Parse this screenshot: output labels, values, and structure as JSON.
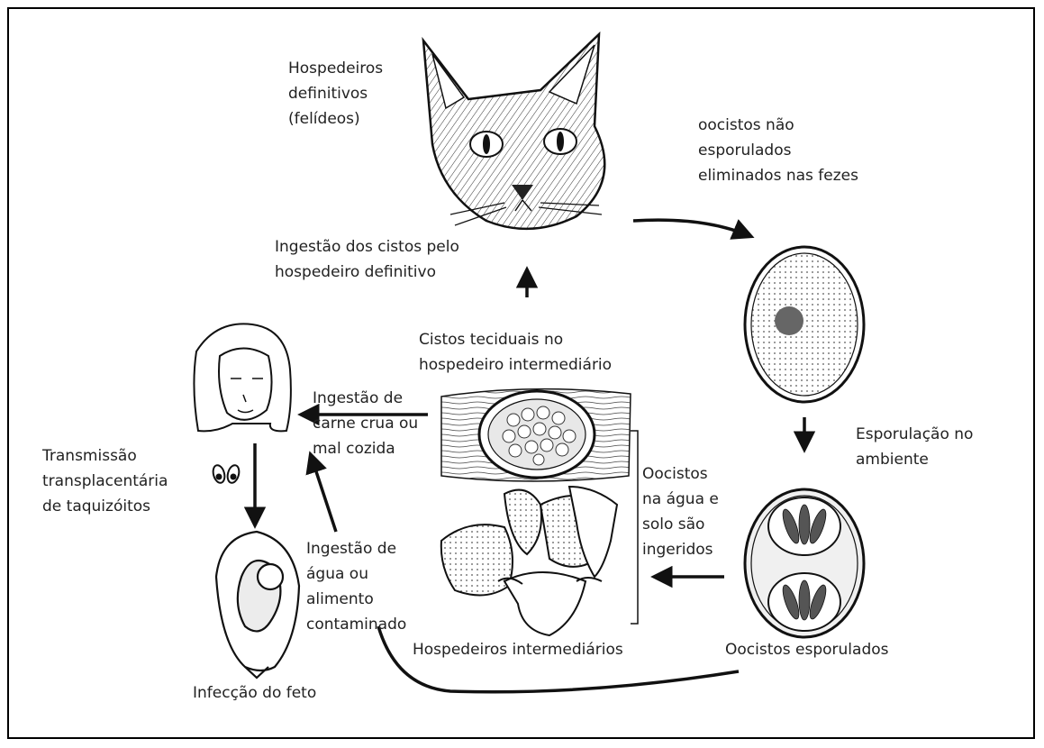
{
  "labels": {
    "definitive_hosts": "Hospedeiros\ndefinitivos\n(felídeos)",
    "oocysts_feces": "oocistos não\nesporulados\neliminados nas fezes",
    "cyst_ingestion": "Ingestão dos cistos pelo\nhospedeiro definitivo",
    "tissue_cysts": "Cistos teciduais no\nhospedeiro intermediário",
    "meat_ingestion": "Ingestão de\ncarne crua ou\nmal cozida",
    "sporulation": "Esporulação no\nambiente",
    "transplacental": "Transmissão\ntransplacentária\nde taquizóitos",
    "water_soil": "Oocistos\nna água e\nsolo são\ningeridos",
    "water_food": "Ingestão de\nágua ou\nalimento\ncontaminado",
    "intermediate_hosts": "Hospedeiros intermediários",
    "sporulated_oocysts": "Oocistos esporulados",
    "fetus_infection": "Infecção do feto"
  },
  "colors": {
    "ink": "#111111",
    "text": "#222222",
    "cyst_fill": "#e8e8e8",
    "oocyst_fill": "#f0f0f0"
  },
  "icons": [
    "cat-head-illustration",
    "woman-head-illustration",
    "tachyzoite-icon",
    "fetus-illustration",
    "tissue-cyst-illustration",
    "livestock-illustration",
    "unsporulated-oocyst-illustration",
    "sporulated-oocyst-illustration"
  ]
}
